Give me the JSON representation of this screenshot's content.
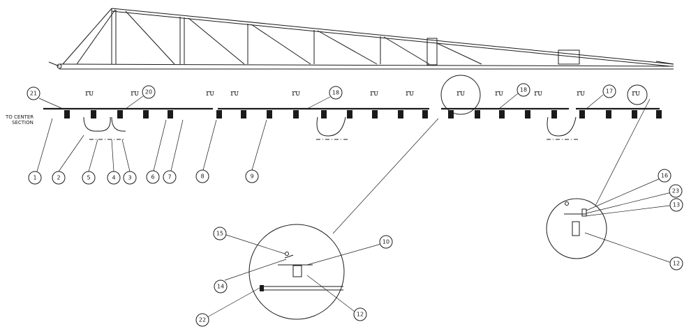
{
  "label_to_center_line1": "TO CENTER",
  "label_to_center_line2": "SECTION",
  "bar_text": "rᴜ",
  "balloons": {
    "b1": "1",
    "b2": "2",
    "b3": "3",
    "b4": "4",
    "b5": "5",
    "b6": "6",
    "b7": "7",
    "b8": "8",
    "b9": "9",
    "b10": "10",
    "b12a": "12",
    "b12b": "12",
    "b13": "13",
    "b14": "14",
    "b15": "15",
    "b16": "16",
    "b17": "17",
    "b18a": "18",
    "b18b": "18",
    "b20": "20",
    "b21": "21",
    "b22": "22",
    "b23": "23"
  }
}
